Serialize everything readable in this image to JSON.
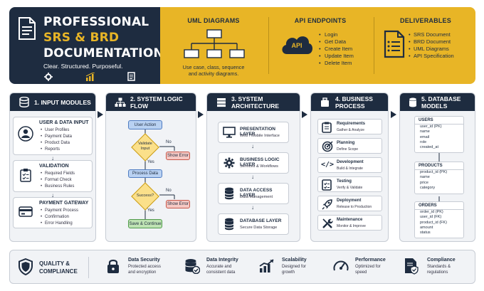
{
  "header": {
    "title_line1": "PROFESSIONAL",
    "title_line2": "SRS & BRD",
    "title_line3": "DOCUMENTATION",
    "tagline": "Clear. Structured. Purposeful.",
    "uml": {
      "heading": "UML DIAGRAMS",
      "caption_line1": "Use case, class, sequence",
      "caption_line2": "and activity diagrams."
    },
    "api": {
      "heading": "API ENDPOINTS",
      "cloud_label": "API",
      "items": [
        "Login",
        "Get Data",
        "Create Item",
        "Update Item",
        "Delete Item"
      ]
    },
    "deliverables": {
      "heading": "DELIVERABLES",
      "items": [
        "SRS Document",
        "BRD Document",
        "UML Diagrams",
        "API Specification"
      ]
    }
  },
  "columns": {
    "input": {
      "title": "1. INPUT MODULES",
      "cards": [
        {
          "title": "USER & DATA INPUT",
          "items": [
            "User Profiles",
            "Payment Data",
            "Product Data",
            "Reports"
          ]
        },
        {
          "title": "VALIDATION",
          "items": [
            "Required Fields",
            "Format Check",
            "Business Rules"
          ]
        },
        {
          "title": "PAYMENT GATEWAY",
          "items": [
            "Payment Process",
            "Confirmation",
            "Error Handling"
          ]
        }
      ]
    },
    "logic": {
      "title": "2. SYSTEM LOGIC FLOW",
      "user_action": "User Action",
      "validate_line1": "Validate",
      "validate_line2": "Input",
      "no1": "No",
      "show_error1": "Show Error",
      "yes1": "Yes",
      "process_data": "Process Data",
      "success": "Success?",
      "no2": "No",
      "show_error2": "Show Error",
      "yes2": "Yes",
      "save_continue": "Save & Continue"
    },
    "arch": {
      "title": "3. SYSTEM ARCHITECTURE",
      "layers": [
        {
          "title": "PRESENTATION LAYER",
          "sub": "Web / Mobile Interface"
        },
        {
          "title": "BUSINESS LOGIC LAYER",
          "sub": "Services & Workflows"
        },
        {
          "title": "DATA ACCESS LAYER",
          "sub": "Data Management"
        },
        {
          "title": "DATABASE LAYER",
          "sub": "Secure Data Storage"
        }
      ]
    },
    "process": {
      "title": "4. BUSINESS PROCESS",
      "steps": [
        {
          "title": "Requirements",
          "sub": "Gather & Analyze"
        },
        {
          "title": "Planning",
          "sub": "Define Scope"
        },
        {
          "title": "Development",
          "sub": "Build & Integrate"
        },
        {
          "title": "Testing",
          "sub": "Verify & Validate"
        },
        {
          "title": "Deployment",
          "sub": "Release to Production"
        },
        {
          "title": "Maintenance",
          "sub": "Monitor & Improve"
        }
      ]
    },
    "db": {
      "title": "5. DATABASE MODELS",
      "tables": [
        {
          "name": "USERS",
          "fields": [
            "user_id (PK)",
            "name",
            "email",
            "role",
            "created_at"
          ]
        },
        {
          "name": "PRODUCTS",
          "fields": [
            "product_id (PK)",
            "name",
            "price",
            "category"
          ]
        },
        {
          "name": "ORDERS",
          "fields": [
            "order_id (PK)",
            "user_id (FK)",
            "product_id (FK)",
            "amount",
            "status"
          ]
        }
      ]
    }
  },
  "footer": {
    "quality_line1": "QUALITY &",
    "quality_line2": "COMPLIANCE",
    "items": [
      {
        "title": "Data Security",
        "line1": "Protected access",
        "line2": "and encryption"
      },
      {
        "title": "Data Integrity",
        "line1": "Accurate and",
        "line2": "consistent data"
      },
      {
        "title": "Scalability",
        "line1": "Designed for",
        "line2": "growth"
      },
      {
        "title": "Performance",
        "line1": "Optimized for",
        "line2": "speed"
      },
      {
        "title": "Compliance",
        "line1": "Standards &",
        "line2": "regulations"
      }
    ]
  },
  "colors": {
    "navy": "#1e2c40",
    "gold": "#e8b526",
    "panel": "#f1f3f6"
  }
}
